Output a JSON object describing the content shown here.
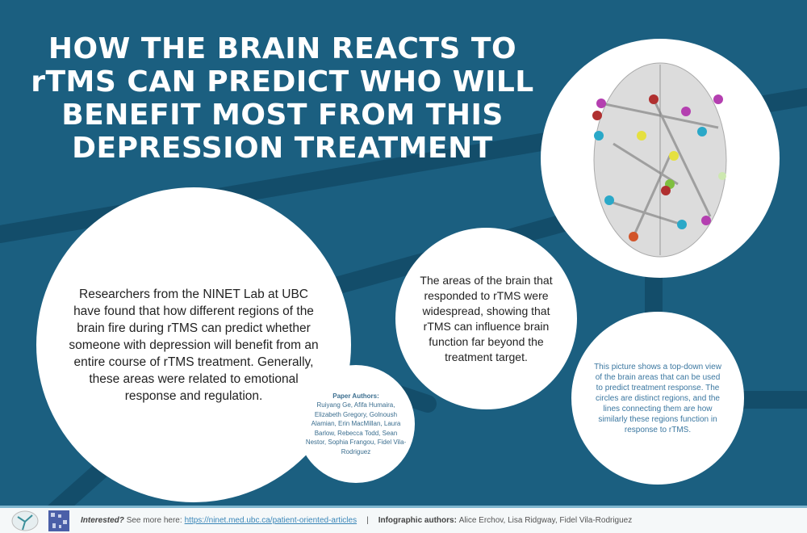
{
  "title": "HOW THE BRAIN REACTS TO rTMS CAN PREDICT WHO WILL BENEFIT MOST FROM THIS DEPRESSION TREATMENT",
  "left_circle_text": "Researchers from the NINET Lab at UBC have found that how different regions of the brain fire during rTMS can predict whether someone with depression will benefit from an entire course of rTMS treatment. Generally, these areas were related to emotional response and regulation.",
  "middle_circle_text": "The areas of the brain that responded to rTMS were widespread, showing that rTMS can influence brain function far beyond the treatment target.",
  "paper_authors": {
    "heading": "Paper Authors:",
    "names": "Ruiyang Ge, Afifa Humaira, Elizabeth Gregory, Golnoush Alamian, Erin MacMillan, Laura Barlow, Rebecca Todd, Sean Nestor, Sophia Frangou, Fidel Vila-Rodriguez"
  },
  "right_circle_text": "This picture shows a top-down view of the brain areas that can be used to predict treatment response. The circles are distinct regions, and the lines connecting them are how similarly these regions function in response to rTMS.",
  "footer": {
    "interested": "Interested?",
    "see_more": "See more here:",
    "link": "https://ninet.med.ubc.ca/patient-oriented-articles",
    "separator": "|",
    "infographic_label": "Infographic authors:",
    "infographic_authors": "Alice Erchov, Lisa Ridgway, Fidel Vila-Rodriguez"
  },
  "colors": {
    "background": "#1b5f80",
    "lines": "#134d6a",
    "accent_text": "#3b77a0"
  }
}
